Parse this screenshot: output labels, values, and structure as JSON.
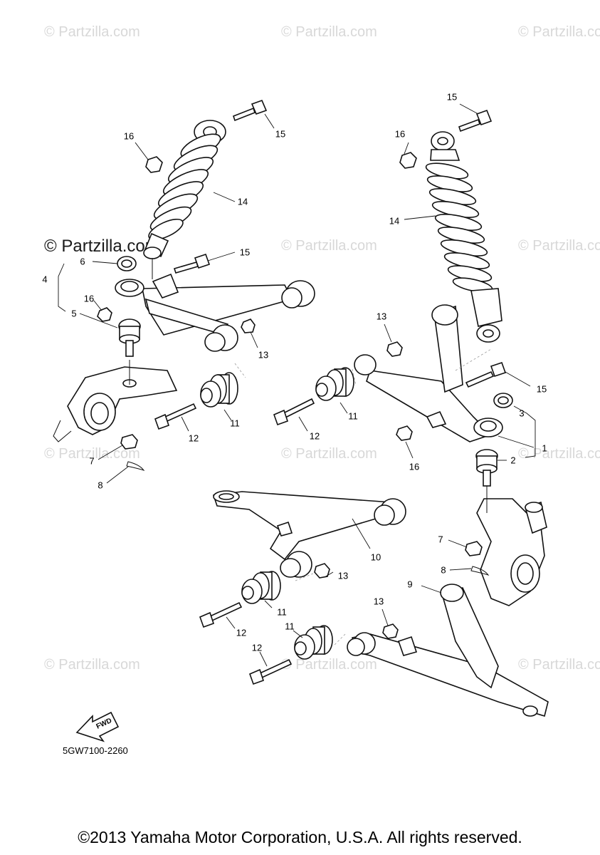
{
  "watermark": "© Partzilla.com",
  "watermark_prominent": "© Partzilla.com",
  "diagram_code": "5GW7100-2260",
  "fwd_label": "FWD",
  "copyright": "©2013 Yamaha Motor Corporation, U.S.A. All rights reserved.",
  "callouts": {
    "c1": "1",
    "c2": "2",
    "c3": "3",
    "c4": "4",
    "c5": "5",
    "c6": "6",
    "c7a": "7",
    "c7b": "7",
    "c8a": "8",
    "c8b": "8",
    "c9": "9",
    "c10": "10",
    "c11a": "11",
    "c11b": "11",
    "c11c": "11",
    "c11d": "11",
    "c12a": "12",
    "c12b": "12",
    "c12c": "12",
    "c12d": "12",
    "c13a": "13",
    "c13b": "13",
    "c13c": "13",
    "c13d": "13",
    "c14a": "14",
    "c14b": "14",
    "c15a": "15",
    "c15b": "15",
    "c15c": "15",
    "c15d": "15",
    "c16a": "16",
    "c16b": "16",
    "c16c": "16",
    "c16d": "16"
  }
}
